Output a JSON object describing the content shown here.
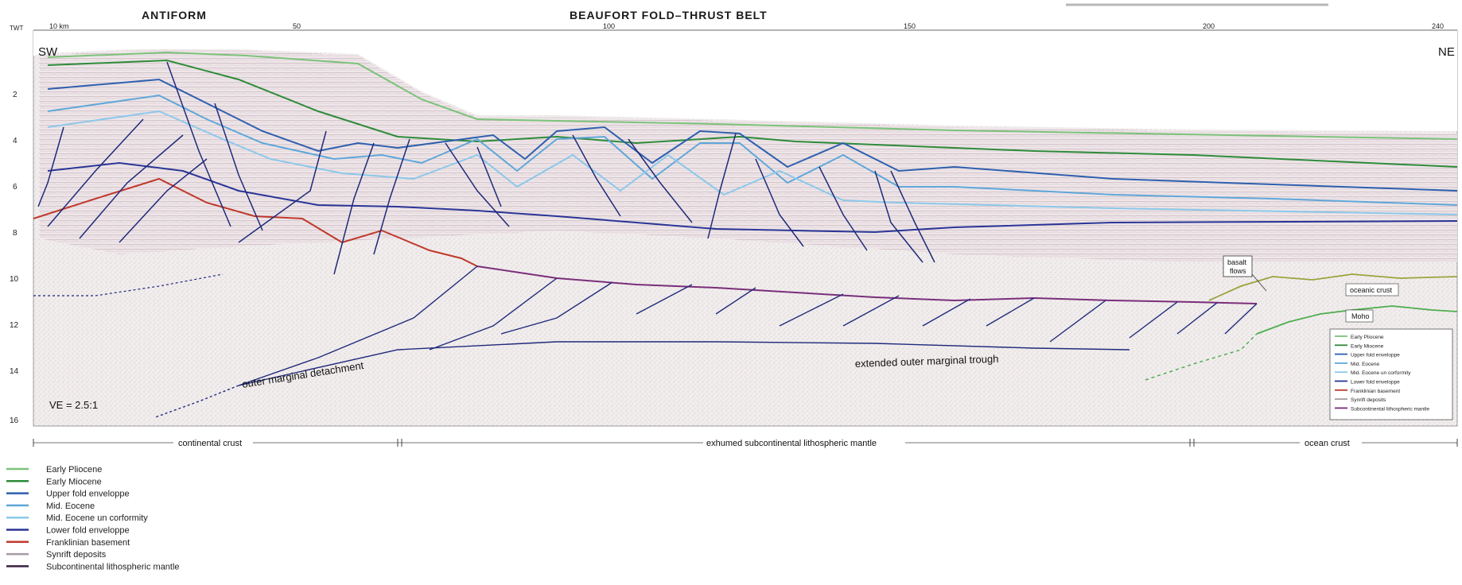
{
  "header": {
    "left_title": "ANTIFORM",
    "center_title": "BEAUFORT FOLD–THRUST BELT"
  },
  "axes": {
    "x_ticks": [
      "10 km",
      "50",
      "100",
      "150",
      "200",
      "240"
    ],
    "y_label": "TWT",
    "y_ticks": [
      "2",
      "4",
      "6",
      "8",
      "10",
      "12",
      "14",
      "16"
    ],
    "left_dir": "SW",
    "right_dir": "NE"
  },
  "annotations": {
    "ve": "VE = 2.5:1",
    "detachment": "outer marginal detachment",
    "trough": "extended outer marginal trough",
    "basalt": [
      "basalt",
      "flows"
    ],
    "oceanic_crust": "oceanic crust",
    "moho": "Moho"
  },
  "crust_bar": {
    "continental": "continental crust",
    "exhumed": "exhumed subcontinental lithospheric mantle",
    "ocean": "ocean crust"
  },
  "legend": [
    {
      "label": "Early Pliocene",
      "color": "#7cc27a"
    },
    {
      "label": "Early Miocene",
      "color": "#2e8b3a"
    },
    {
      "label": "Upper fold enveloppe",
      "color": "#2e5fae"
    },
    {
      "label": "Mid. Eocene",
      "color": "#5fa7d9"
    },
    {
      "label": "Mid. Eocene un corformity",
      "color": "#8cc8ea"
    },
    {
      "label": "Lower fold enveloppe",
      "color": "#2a3596"
    },
    {
      "label": "Franklinian basement",
      "color": "#c0392b"
    },
    {
      "label": "Synrift deposits",
      "color": "#a89aa6"
    },
    {
      "label": "Subcontinental lithospheric mantle",
      "color": "#3b2040"
    }
  ],
  "inset_legend": [
    {
      "label": "Early Pliocene",
      "color": "#7cc27a"
    },
    {
      "label": "Early Miocene",
      "color": "#2e8b3a"
    },
    {
      "label": "Upper fold enveloppe",
      "color": "#2e5fae"
    },
    {
      "label": "Mid. Eocene",
      "color": "#5fa7d9"
    },
    {
      "label": "Mid. Eocene un corformity",
      "color": "#8cc8ea"
    },
    {
      "label": "Lower fold enveloppe",
      "color": "#2a3596"
    },
    {
      "label": "Franklinian basement",
      "color": "#c0392b"
    },
    {
      "label": "Synrift deposits",
      "color": "#a89aa6"
    },
    {
      "label": "Subcontinental lithospheric mantle",
      "color": "#7a2e7a"
    }
  ]
}
